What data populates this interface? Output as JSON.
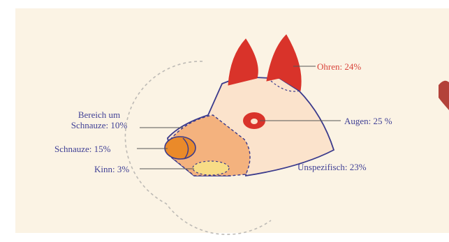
{
  "figure": {
    "colors": {
      "background": "#fbf3e4",
      "head": "#fbe3cc",
      "muzzle_area": "#f4b27e",
      "snout": "#ea8a2a",
      "chin": "#f8dc86",
      "ears_eye": "#d9332a",
      "outline": "#3a3a8c",
      "label_blue": "#3f3f95",
      "label_red": "#d9433a",
      "dashed_circle": "#bdbab5"
    },
    "labels": {
      "ohren": "Ohren: 24%",
      "augen": "Augen: 25 %",
      "unspezifisch": "Unspezifisch: 23%",
      "bereich_line1": "Bereich um",
      "bereich_line2": "Schnauze: 10%",
      "schnauze": "Schnauze: 15%",
      "kinn": "Kinn: 3%"
    }
  }
}
